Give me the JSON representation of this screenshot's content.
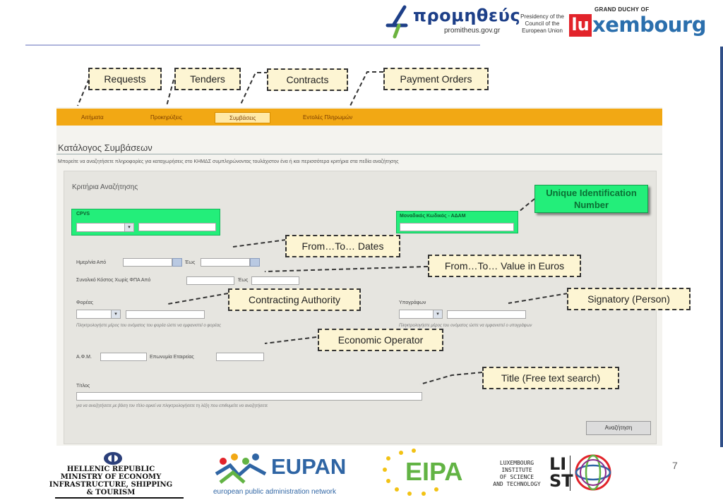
{
  "header": {
    "promitheus_word": "προμηθεύς",
    "promitheus_url": "promitheus.gov.gr",
    "presidency_text": "Presidency of the Council of the European Union",
    "lux_small": "GRAND DUCHY OF",
    "lux_box": "lu",
    "lux_word": "xembourg"
  },
  "callouts": {
    "requests": "Requests",
    "tenders": "Tenders",
    "contracts": "Contracts",
    "payment_orders": "Payment Orders",
    "unique_id": "Unique Identification Number",
    "dates": "From…To… Dates",
    "value": "From…To… Value in Euros",
    "authority": "Contracting Authority",
    "signatory": "Signatory (Person)",
    "operator": "Economic Operator",
    "title": "Title (Free text search)"
  },
  "screen": {
    "nav": [
      "Αιτήματα",
      "Προκηρύξεις",
      "Συμβάσεις",
      "Εντολές Πληρωμών"
    ],
    "catalog_title": "Κατάλογος Συμβάσεων",
    "catalog_desc": "Μπορείτε να αναζητήσετε πληροφορίες για καταχωρήσεις στο ΚΗΜΔΣ συμπληρώνοντας τουλάχιστον ένα ή και περισσότερα κριτήρια στα πεδία αναζήτησης",
    "criteria": "Κριτήρια Αναζήτησης",
    "cpvs": "CPVS",
    "adam": "Μοναδικός Κωδικός - ΑΔΑΜ",
    "date_from": "Ημερ/νία Από",
    "date_to": "Έως",
    "cost_from": "Συνολικό Κόστος Χωρίς ΦΠΑ Από",
    "cost_to": "Έως",
    "authority_label": "Φορέας",
    "authority_hint": "Πληκτρολογήστε μέρος του ονόματος του φορέα ώστε να εμφανιστεί ο φορέας",
    "signatory_label": "Υπογράφων",
    "signatory_hint": "Πληκτρολογήστε μέρος του ονόματος ώστε να εμφανιστεί ο υπογράφων",
    "afm": "Α.Φ.Μ.",
    "company": "Επωνυμία Εταιρείας",
    "title_label": "Τίτλος",
    "title_hint": "για να αναζητήσετε με βάση τον τίτλο αρκεί να πληκτρολογήσετε τη λέξη που επιθυμείτε να αναζητήσετε",
    "search_button": "Αναζήτηση"
  },
  "footer": {
    "hellenic_lines": [
      "HELLENIC REPUBLIC",
      "MINISTRY OF ECONOMY",
      "INFRASTRUCTURE, SHIPPING",
      "& TOURISM"
    ],
    "eupan_word": "EUPAN",
    "eupan_sub": "european public administration network",
    "eipa_word": "EIPA",
    "list_lines": [
      "LUXEMBOURG",
      "INSTITUTE",
      "OF SCIENCE",
      "AND TECHNOLOGY"
    ],
    "list_mark": "LI ST",
    "page_number": "7"
  }
}
